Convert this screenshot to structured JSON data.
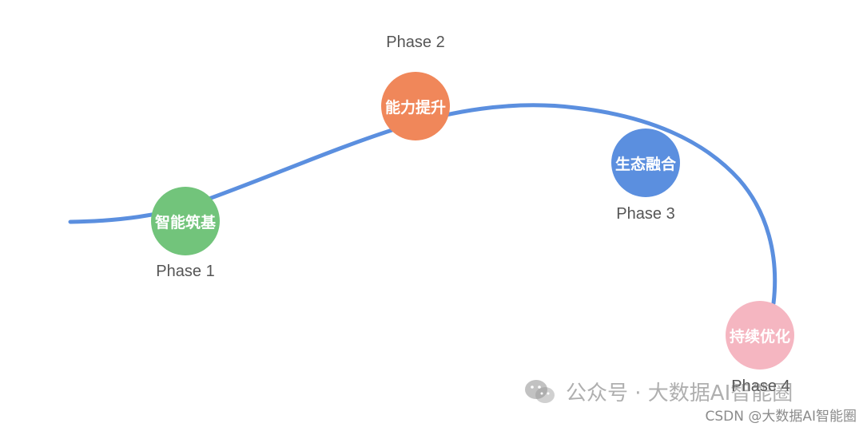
{
  "diagram": {
    "curve_color": "#5b8fdf",
    "phases": [
      {
        "node_text": "智能筑基",
        "label": "Phase 1",
        "color": "#72c47b"
      },
      {
        "node_text": "能力提升",
        "label": "Phase 2",
        "color": "#f0875a"
      },
      {
        "node_text": "生态融合",
        "label": "Phase 3",
        "color": "#5b8fdf"
      },
      {
        "node_text": "持续优化",
        "label": "Phase 4",
        "color": "#f5b6c1"
      }
    ]
  },
  "watermark": {
    "icon": "wechat-icon",
    "main_text": "公众号 · 大数据AI智能圈",
    "sub_text": "CSDN @大数据AI智能圈"
  }
}
